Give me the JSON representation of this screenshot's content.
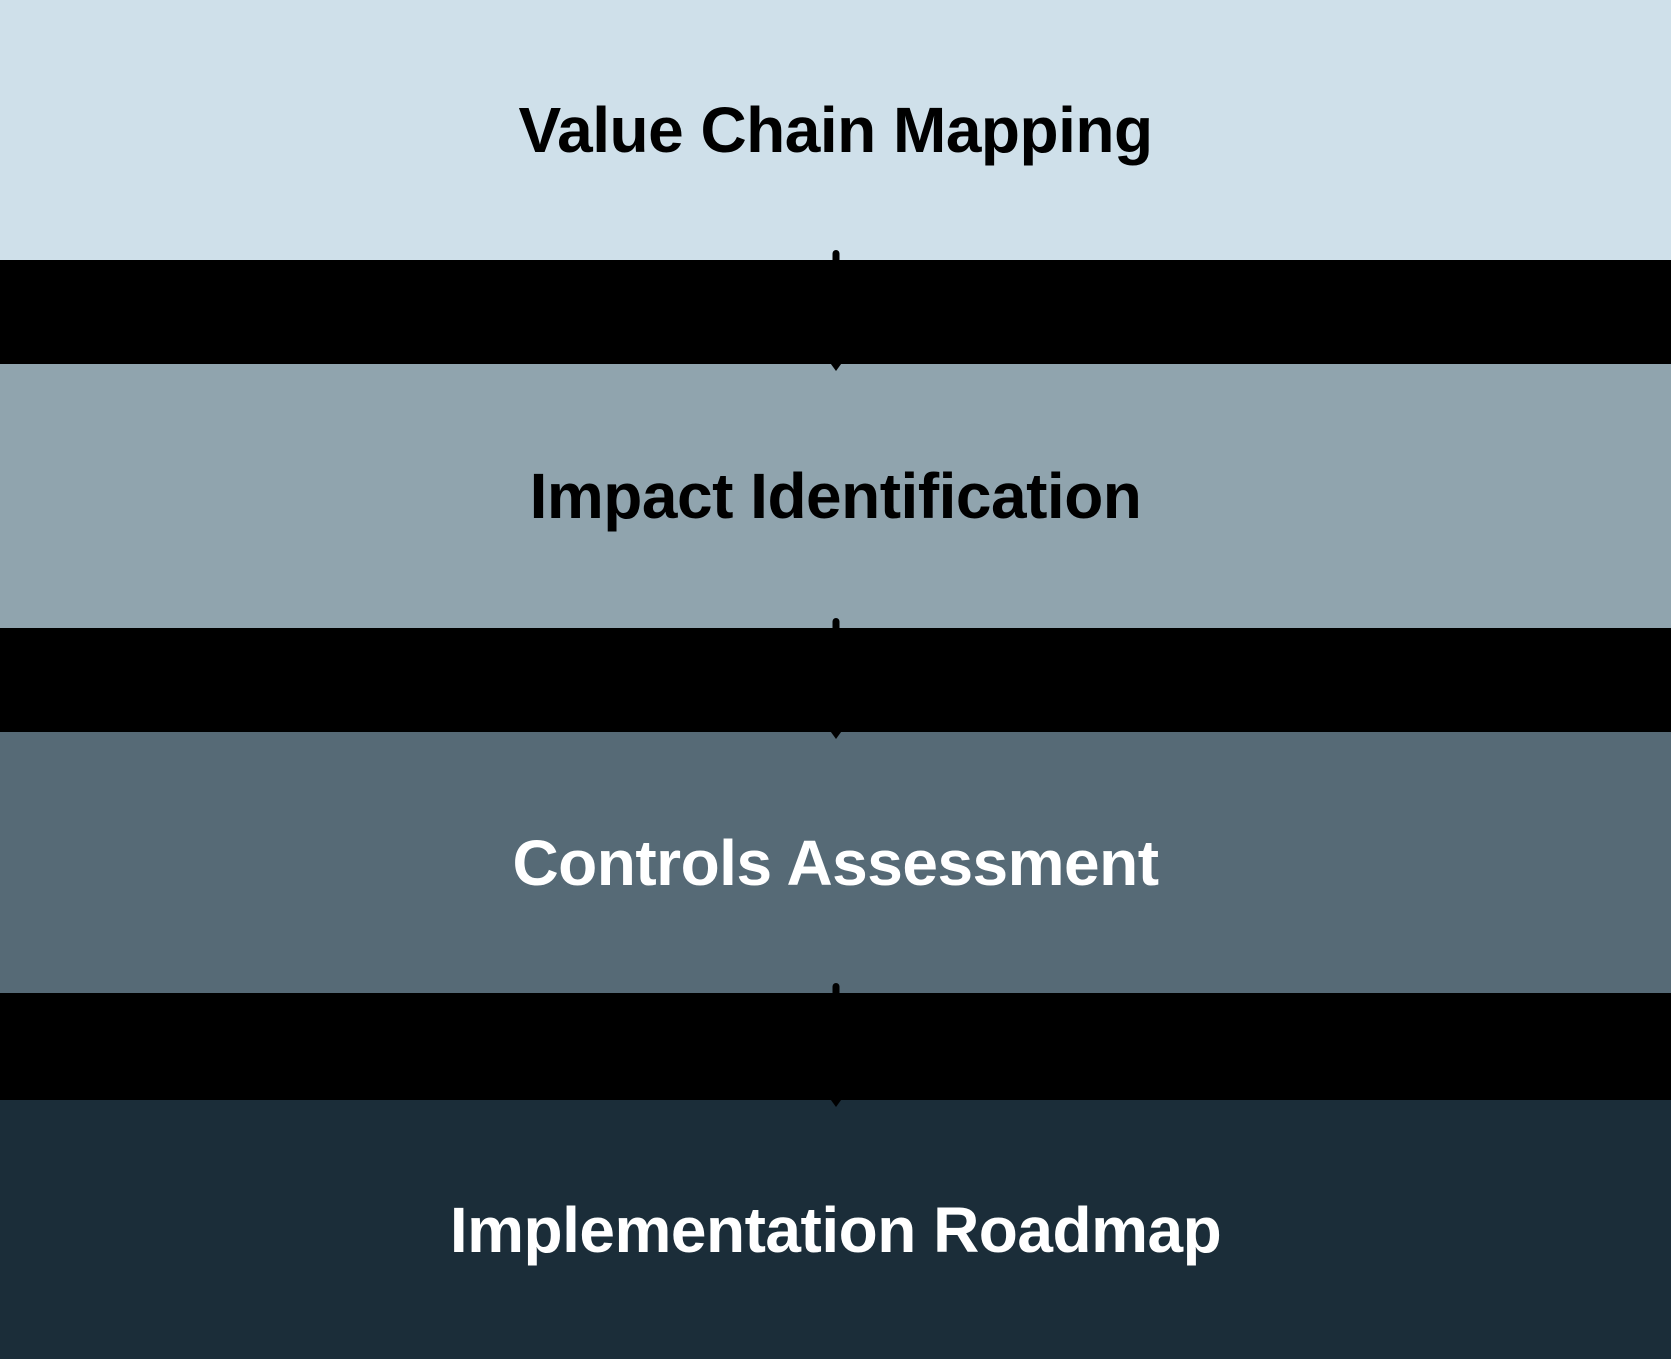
{
  "diagram": {
    "type": "vertical-process-flow",
    "background_color": "#000000",
    "connector_color": "#000000",
    "stages": [
      {
        "label": "Value Chain Mapping",
        "bg": "#cfe0ea",
        "text_color": "#000000"
      },
      {
        "label": "Impact Identification",
        "bg": "#90a4ae",
        "text_color": "#000000"
      },
      {
        "label": "Controls Assessment",
        "bg": "#566a76",
        "text_color": "#ffffff"
      },
      {
        "label": "Implementation Roadmap",
        "bg": "#1b2d39",
        "text_color": "#ffffff"
      }
    ]
  }
}
